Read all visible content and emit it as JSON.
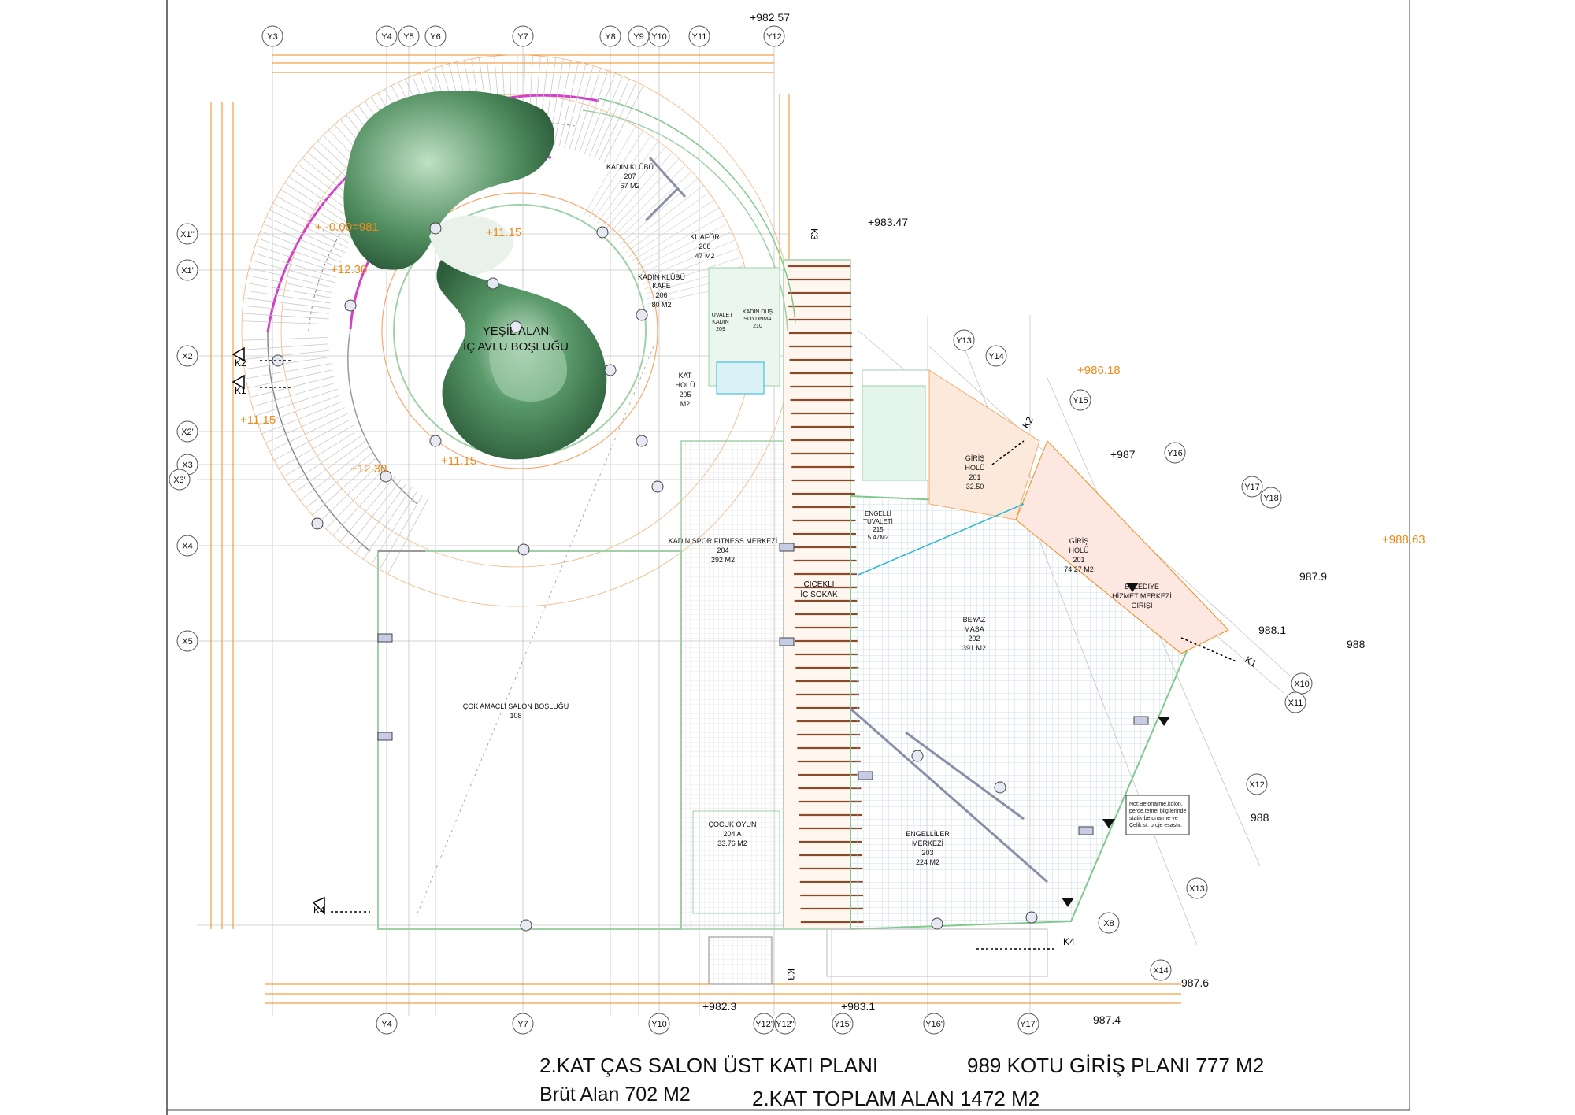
{
  "plan": {
    "titles": {
      "left_main": "2.KAT ÇAS SALON ÜST KATI PLANI",
      "left_sub": "Brüt Alan 702 M2",
      "right_main": "989 KOTU GİRİŞ PLANI 777 M2",
      "bottom_total": "2.KAT TOPLAM ALAN  1472 M2"
    },
    "grid_top": [
      "Y3",
      "Y4",
      "Y5",
      "Y6",
      "Y7",
      "Y8",
      "Y9",
      "Y10",
      "Y11",
      "Y12"
    ],
    "grid_bottom": [
      "Y4",
      "Y7",
      "Y10",
      "Y12'",
      "Y12''",
      "Y15'",
      "Y16'",
      "Y17'"
    ],
    "grid_left": [
      "X1''",
      "X1'",
      "X2",
      "X2'",
      "X3",
      "X3'",
      "X4",
      "X5"
    ],
    "grid_right_y": [
      "Y13",
      "Y14",
      "Y15",
      "Y16",
      "Y17",
      "Y18"
    ],
    "grid_right_x": [
      "X10",
      "X11",
      "X12",
      "X13",
      "X8",
      "X14"
    ],
    "levels": {
      "top": "+982.57",
      "k3_top": "+983.47",
      "mid_right": "+986.18",
      "right1": "+987",
      "far_right": "+988,63",
      "r987_9": "987.9",
      "r988_1": "988.1",
      "r988": "988",
      "r988b": "988",
      "r987_6": "987.6",
      "r987_4": "987.4",
      "bottom1": "+982.3",
      "bottom2": "+983.1",
      "zero": "+,-0.00=981",
      "l1115a": "+11.15",
      "l1230a": "+12.30",
      "l1115b": "+11.15",
      "l1230b": "+12.30",
      "l1115c": "+11.15"
    },
    "section_marks": [
      "K1",
      "K2",
      "K3",
      "K4"
    ],
    "rooms": {
      "green": [
        "YEŞİL ALAN",
        "İÇ AVLU BOŞLUĞU"
      ],
      "kadin_klubu": [
        "KADIN KLÜBÜ",
        "207",
        "67 M2"
      ],
      "kuafor": [
        "KUAFÖR",
        "208",
        "47 M2"
      ],
      "kafe": [
        "KADIN KLÜBÜ",
        "KAFE",
        "206",
        "80 M2"
      ],
      "kat_holu": [
        "KAT",
        "HOLÜ",
        "205",
        "M2"
      ],
      "fitness": [
        "KADIN SPOR,FITNESS MERKEZİ",
        "204",
        "292 M2"
      ],
      "cicekli": [
        "ÇİÇEKLİ",
        "İÇ SOKAK"
      ],
      "salon": [
        "ÇOK AMAÇLI SALON BOŞLUĞU",
        "108"
      ],
      "cocuk": [
        "ÇOCUK OYUN",
        "204 A",
        "33.76 M2"
      ],
      "giris_holu_top": [
        "GİRİŞ",
        "HOLÜ",
        "201",
        "32.50"
      ],
      "giris_holu": [
        "GİRİŞ",
        "HOLÜ",
        "201",
        "74.27 M2"
      ],
      "beyaz_masa": [
        "BEYAZ",
        "MASA",
        "202",
        "391 M2"
      ],
      "belediye": [
        "BELEDİYE",
        "HİZMET MERKEZİ",
        "GİRİŞİ"
      ],
      "engelliler": [
        "ENGELLİLER",
        "MERKEZİ",
        "203",
        "224 M2"
      ],
      "engelli_wc": [
        "ENGELLİ",
        "TUVALETİ",
        "215",
        "5.47M2"
      ],
      "tuv_kadin": [
        "TUVALET",
        "KADIN",
        "209"
      ],
      "soyunma": [
        "KADIN DUŞ",
        "SOYUNMA",
        "210"
      ]
    },
    "note": [
      "Not:Betonarme,kolon,",
      "perde,temel bilgilerinde",
      "statik-betonarme ve",
      "Çelik st. proje esastır."
    ],
    "colors": {
      "pink": "#d23fc8",
      "orange": "#f08a1a",
      "green_dark": "#2f6b3c",
      "green_light": "#9fd0a8",
      "cyan": "#29b6d6",
      "brown": "#8a4a2a",
      "grid": "#b7b7b7"
    }
  }
}
